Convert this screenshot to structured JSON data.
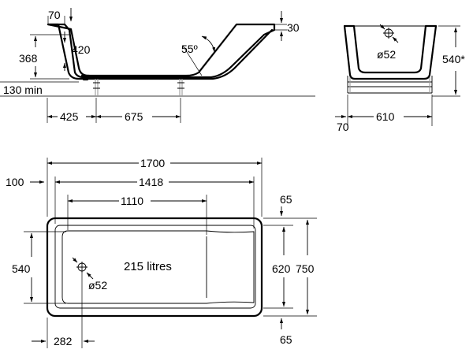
{
  "side_view": {
    "rim_thickness": "70",
    "depth": "420",
    "height_inner": "368",
    "floor_clearance": "130 min",
    "leg_offset": "425",
    "leg_spacing": "675",
    "backrest_angle": "55º",
    "rim_lip": "30"
  },
  "end_view": {
    "drain": "ø52",
    "height": "540*",
    "frame_width": "610",
    "frame_offset": "70"
  },
  "top_view": {
    "length": "1700",
    "inner_length": "1418",
    "basin_length": "1110",
    "end_offset": "100",
    "inner_width": "540",
    "capacity": "215 litres",
    "drain": "ø52",
    "inner_width_outer": "620",
    "width": "750",
    "rim_top": "65",
    "rim_bottom": "65",
    "drain_offset": "282"
  }
}
